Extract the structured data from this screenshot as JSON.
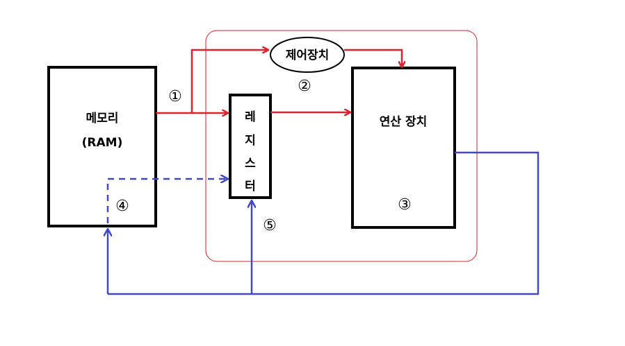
{
  "memory": {
    "line1": "메모리",
    "line2": "(RAM)"
  },
  "control_unit": {
    "label": "제어장치"
  },
  "register": {
    "chars": [
      "레",
      "지",
      "스",
      "터"
    ]
  },
  "alu": {
    "label": "연산 장치"
  },
  "markers": {
    "m1": "①",
    "m2": "②",
    "m3": "③",
    "m4": "④",
    "m5": "⑤"
  },
  "colors": {
    "cpu_border": "#d02020",
    "red_flow": "#e0202a",
    "blue_flow": "#3f48cc",
    "box": "#000000"
  }
}
